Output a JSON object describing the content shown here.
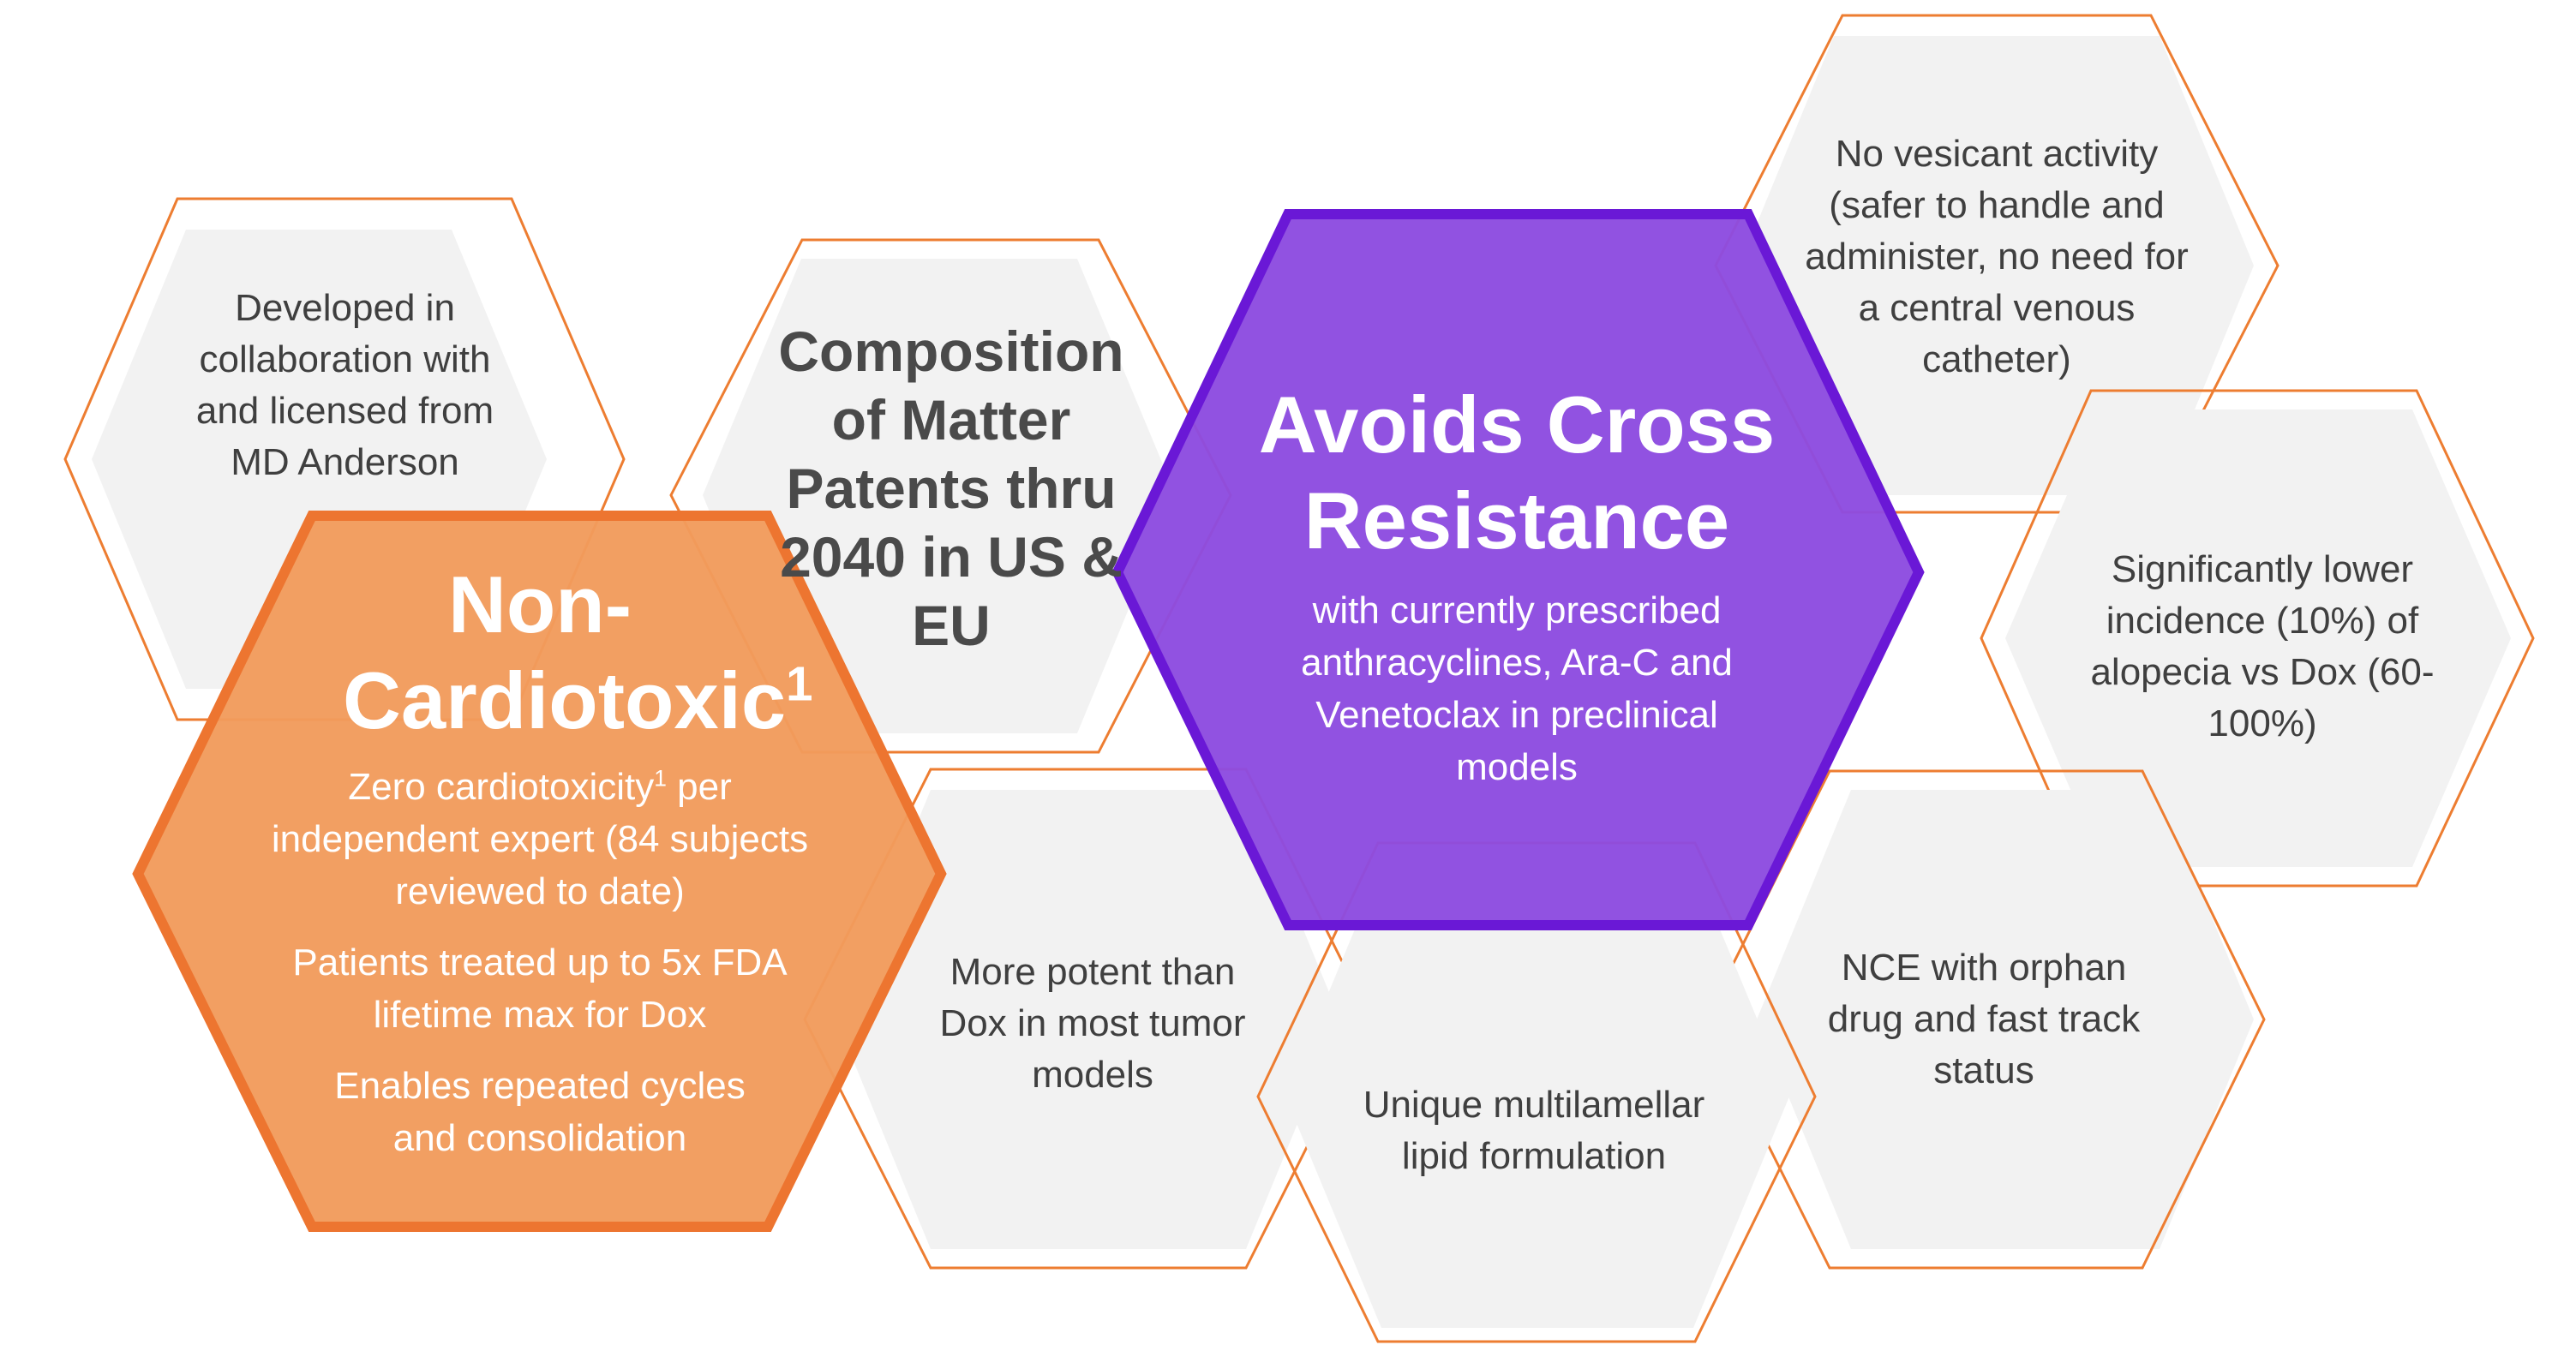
{
  "colors": {
    "orange_outline": "#ED7D31",
    "orange_fill": "#F19B5C",
    "orange_border": "#ED7530",
    "purple_fill": "#8C4BE0",
    "purple_border": "#6A18D6",
    "gray_fill": "#F2F2F2"
  },
  "hexes": {
    "md_anderson": {
      "text": "Developed in collaboration with and licensed from MD Anderson"
    },
    "composition": {
      "text": "Composition of Matter Patents thru 2040 in US & EU"
    },
    "cross_resistance": {
      "title": "Avoids Cross Resistance",
      "body": "with currently prescribed anthracyclines, Ara-C and Venetoclax in preclinical models"
    },
    "vesicant": {
      "text": "No vesicant activity (safer to handle and administer, no need for a central venous catheter)"
    },
    "alopecia": {
      "text": "Significantly lower incidence (10%) of alopecia vs Dox (60-100%)"
    },
    "cardiotoxic": {
      "title": "Non-Cardiotoxic",
      "title_sup": "1",
      "p1_a": "Zero cardiotoxicity",
      "p1_sup": "1",
      "p1_b": " per independent expert (84 subjects reviewed to date)",
      "p2": "Patients treated up to 5x FDA lifetime max for Dox",
      "p3": "Enables repeated cycles and consolidation"
    },
    "potent": {
      "text": "More potent than Dox in most tumor models"
    },
    "lipid": {
      "text": "Unique multilamellar lipid formulation"
    },
    "nce": {
      "text": "NCE with orphan drug and fast track status"
    }
  }
}
